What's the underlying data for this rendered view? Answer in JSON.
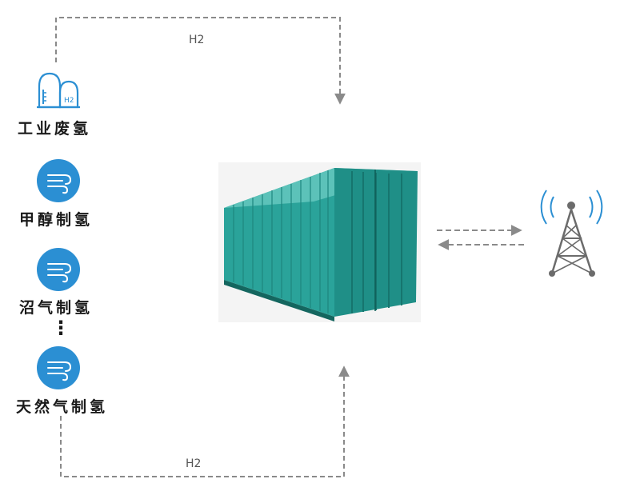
{
  "flows": {
    "top_label": "H2",
    "bottom_label": "H2"
  },
  "sources": [
    {
      "label": "工业废氢",
      "icon": "hydrogen-tank-icon"
    },
    {
      "label": "甲醇制氢",
      "icon": "wind-flow-icon"
    },
    {
      "label": "沼气制氢",
      "icon": "wind-flow-icon"
    },
    {
      "label": "天然气制氢",
      "icon": "wind-flow-icon"
    }
  ],
  "ellipsis": "⋮",
  "icon_text": {
    "tank_formula": "H2"
  },
  "colors": {
    "accent_blue": "#2b8fd3",
    "container_teal": "#2aa39a",
    "dash_gray": "#8a8a8a",
    "tower_gray": "#6b6b6b"
  },
  "icons": {
    "container": "shipping-container-icon",
    "tower": "signal-tower-icon"
  }
}
